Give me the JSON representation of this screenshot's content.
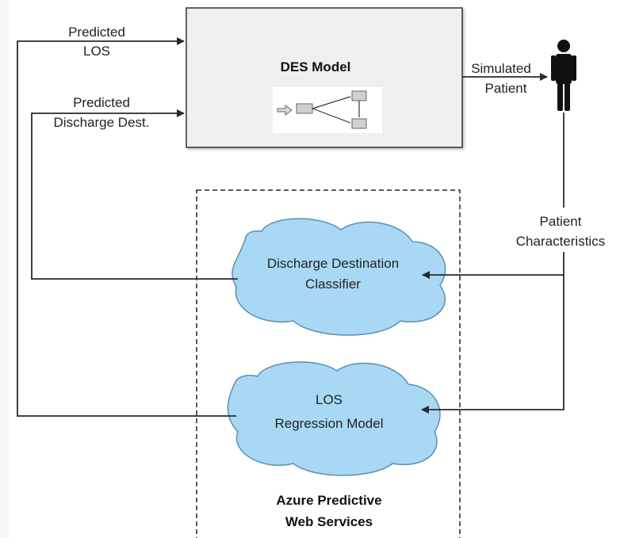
{
  "des_model": {
    "title": "DES Model"
  },
  "edges": {
    "predicted_los": [
      "Predicted",
      "LOS"
    ],
    "predicted_discharge": [
      "Predicted",
      "Discharge Dest."
    ],
    "simulated_patient": [
      "Simulated",
      "Patient"
    ],
    "patient_characteristics": [
      "Patient",
      "Characteristics"
    ]
  },
  "clouds": {
    "classifier": [
      "Discharge Destination",
      "Classifier"
    ],
    "regression": [
      "LOS",
      "Regression Model"
    ]
  },
  "services": {
    "label": [
      "Azure Predictive",
      "Web Services"
    ]
  },
  "colors": {
    "cloud_fill": "#a9d8f5",
    "cloud_stroke": "#5b8fb3",
    "box_fill": "#f0f0f0",
    "line": "#2a2a2a"
  }
}
